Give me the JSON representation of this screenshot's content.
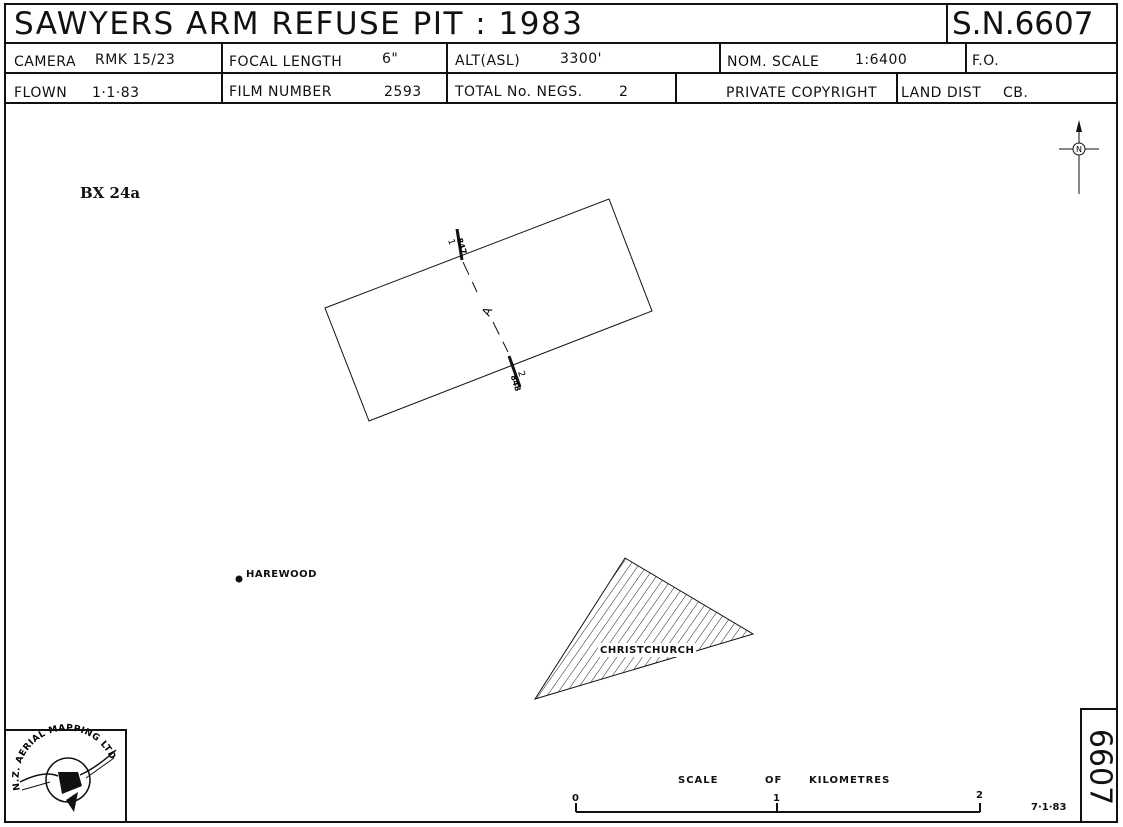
{
  "header": {
    "title": "SAWYERS ARM REFUSE PIT : 1983",
    "sheet": "S.N.6607"
  },
  "row1": {
    "camera_label": "CAMERA",
    "camera_value": "RMK 15/23",
    "focal_label": "FOCAL LENGTH",
    "focal_value": "6\"",
    "alt_label": "ALT(ASL)",
    "alt_value": "3300'",
    "scale_label": "NOM. SCALE",
    "scale_value": "1:6400",
    "fo_label": "F.O."
  },
  "row2": {
    "flown_label": "FLOWN",
    "flown_value": "1·1·83",
    "film_label": "FILM NUMBER",
    "film_value": "2593",
    "negs_label": "TOTAL No. NEGS.",
    "negs_value": "2",
    "copyright": "PRIVATE COPYRIGHT",
    "land_label": "LAND DIST",
    "land_value": "CB."
  },
  "map": {
    "reference": "BX 24a",
    "run_label": "A",
    "frames": [
      {
        "neg": "1",
        "photo": "847"
      },
      {
        "neg": "2",
        "photo": "848"
      }
    ],
    "places": {
      "harewood": "HAREWOOD",
      "christchurch": "CHRISTCHURCH"
    },
    "north": "N"
  },
  "scale_bar": {
    "words": [
      "SCALE",
      "OF",
      "KILOMETRES"
    ],
    "ticks": [
      "0",
      "1",
      "2"
    ]
  },
  "logo": {
    "text": "N.Z. AERIAL MAPPING LTD."
  },
  "footer": {
    "sheet_number": "6607",
    "date": "7·1·83"
  }
}
